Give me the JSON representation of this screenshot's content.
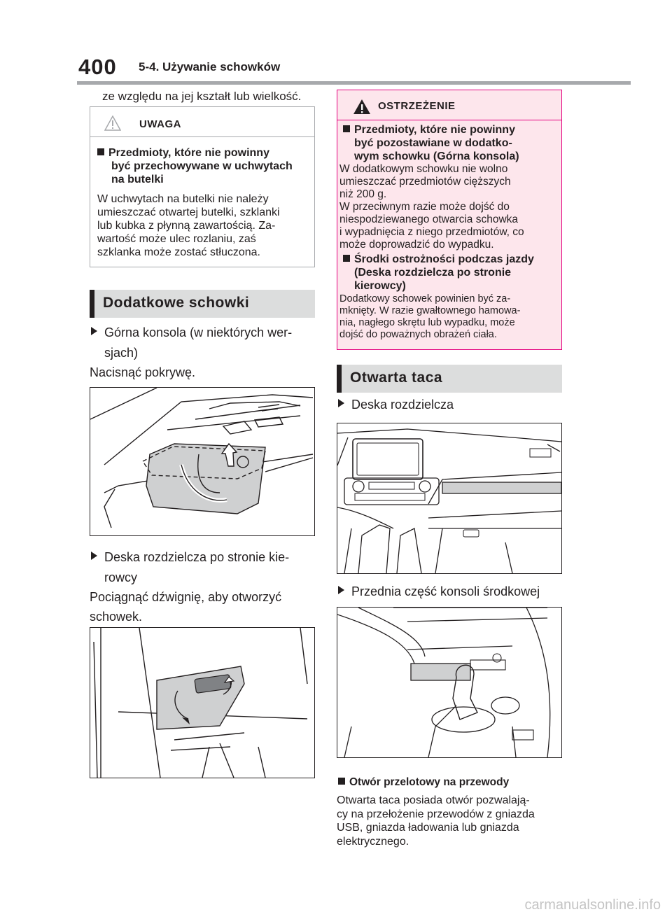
{
  "header": {
    "page_number": "400",
    "section_title": "5-4. Używanie schowków"
  },
  "left": {
    "intro_line": "ze względu na jej kształt lub wielkość.",
    "caution": {
      "title": "UWAGA",
      "subtitle_lines": [
        "Przedmioty, które nie powinny",
        "być przechowywane w uchwytach",
        "na butelki"
      ],
      "body_lines": [
        "W uchwytach na butelki nie należy",
        "umieszczać otwartej butelki, szklanki",
        "lub kubka z płynną zawartością. Za-",
        "wartość może ulec rozlaniu, zaś",
        "szklanka może zostać stłuczona."
      ]
    },
    "section_heading": "Dodatkowe schowki",
    "item1_lines": [
      "Górna konsola (w niektórych wer-",
      "sjach)"
    ],
    "item1_instruction": "Nacisnąć pokrywę.",
    "item2_lines": [
      "Deska rozdzielcza po stronie kie-",
      "rowcy"
    ],
    "item2_instruction_lines": [
      "Pociągnąć dźwignię, aby otworzyć",
      "schowek."
    ]
  },
  "right": {
    "warning": {
      "title": "OSTRZEŻENIE",
      "sub1_lines": [
        "Przedmioty, które nie powinny",
        "być pozostawiane w dodatko-",
        "wym schowku (Górna konsola)"
      ],
      "body1_lines": [
        "W dodatkowym schowku nie wolno",
        "umieszczać przedmiotów cięższych",
        "niż 200 g.",
        "W przeciwnym razie może dojść do",
        "niespodziewanego otwarcia schowka",
        "i wypadnięcia z niego przedmiotów, co",
        "może doprowadzić do wypadku."
      ],
      "sub2_lines": [
        "Środki ostrożności podczas jazdy",
        "(Deska rozdzielcza po stronie",
        "kierowcy)"
      ],
      "body2_lines": [
        "Dodatkowy schowek powinien być za-",
        "mknięty. W razie gwałtownego hamowa-",
        "nia, nagłego skrętu lub wypadku, może",
        "dojść do poważnych obrażeń ciała."
      ]
    },
    "section_heading": "Otwarta taca",
    "item1": "Deska rozdzielcza",
    "item2": "Przednia część konsoli środkowej",
    "note_title": "Otwór przelotowy na przewody",
    "note_body_lines": [
      "Otwarta taca posiada otwór pozwalają-",
      "cy na przełożenie przewodów z gniazda",
      "USB, gniazda ładowania lub gniazda",
      "elektrycznego."
    ]
  },
  "footer": {
    "watermark": "carmanualsonline.info"
  },
  "colors": {
    "caution_border": "#a7a9ac",
    "warning_bg": "#fde6ec",
    "warning_border": "#e4007f",
    "section_bg": "#dcdddd",
    "header_rule": "#a7a9ac"
  }
}
